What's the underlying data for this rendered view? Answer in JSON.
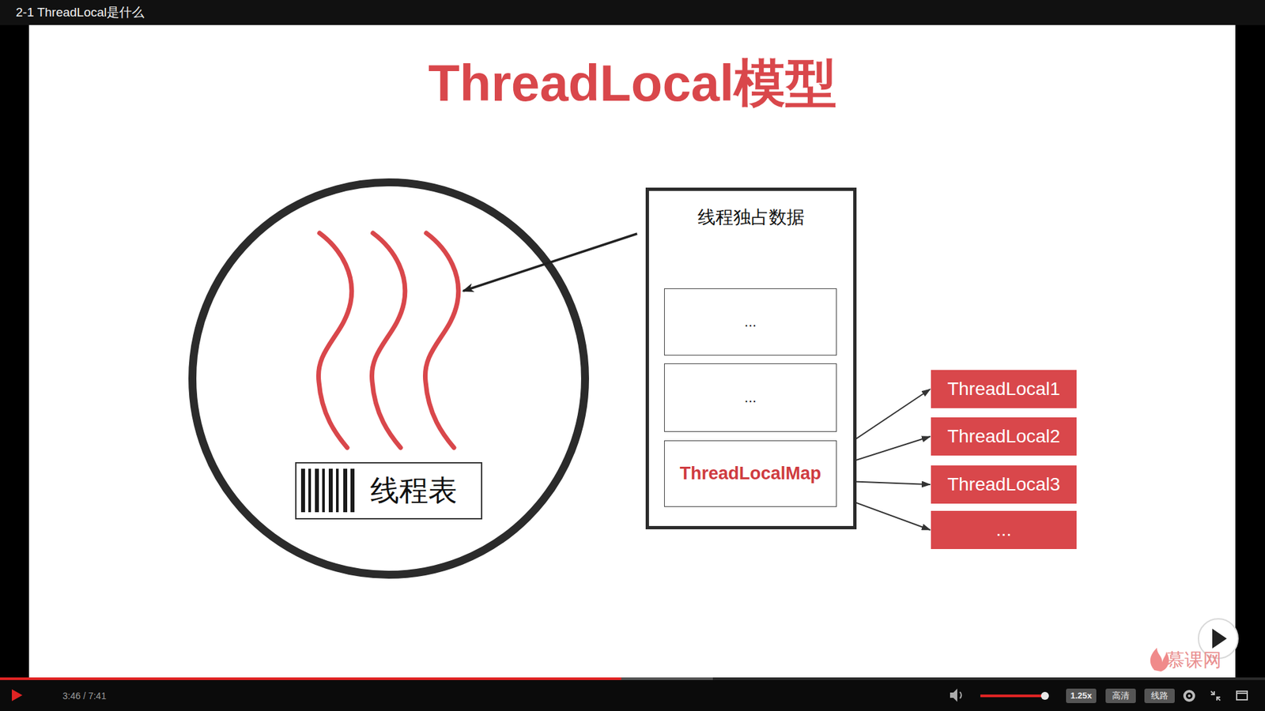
{
  "diagram": {
    "title": "ThreadLocal模型",
    "nodes": [
      {
        "text": [
          "线程表"
        ]
      },
      {
        "text": [
          "线程独占数据"
        ]
      },
      {
        "text": [
          "..."
        ],
        "in": 1
      },
      {
        "text": [
          "..."
        ],
        "in": 1
      },
      {
        "text": [
          "ThreadLocalMap"
        ],
        "in": 1
      },
      {
        "text": [
          "ThreadLocal1"
        ]
      },
      {
        "text": [
          "ThreadLocal2"
        ]
      },
      {
        "text": [
          "ThreadLocal3"
        ]
      },
      {
        "text": [
          "..."
        ]
      }
    ],
    "edges": [
      {
        "from": 4,
        "to": 5,
        "arrow": "to"
      },
      {
        "from": 4,
        "to": 6,
        "arrow": "to"
      },
      {
        "from": 4,
        "to": 7,
        "arrow": "to"
      },
      {
        "from": 4,
        "to": 8,
        "arrow": "to"
      }
    ],
    "labels": [
      "2-1 ThreadLocal是什么",
      "3:46 / 7:41",
      "1.25x",
      "高清",
      "线路",
      "慕课网"
    ]
  }
}
